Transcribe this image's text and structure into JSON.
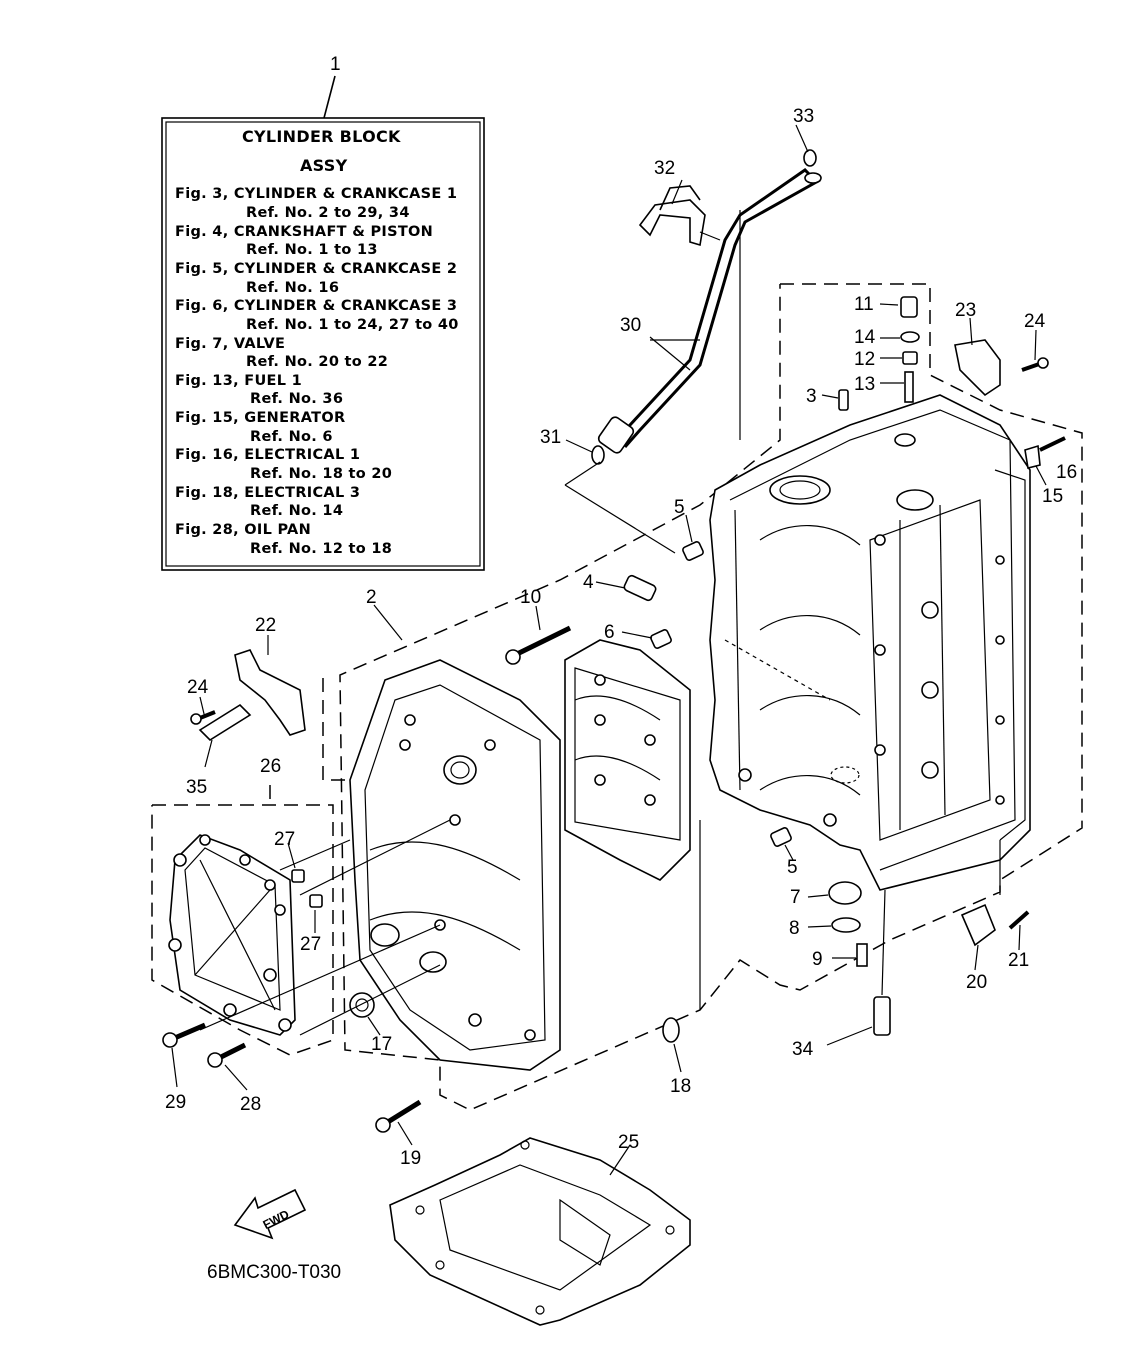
{
  "diagram_code": "6BMC300-T030",
  "fwd_label": "FWD",
  "ref_box": {
    "title_line1": "CYLINDER BLOCK",
    "title_line2": "ASSY",
    "lines": [
      "Fig. 3, CYLINDER & CRANKCASE 1",
      "Ref. No. 2 to 29, 34",
      "Fig. 4, CRANKSHAFT & PISTON",
      "Ref. No. 1 to 13",
      "Fig. 5, CYLINDER & CRANKCASE 2",
      "Ref. No. 16",
      "Fig. 6, CYLINDER & CRANKCASE 3",
      "Ref. No. 1 to 24, 27 to 40",
      "Fig. 7, VALVE",
      "Ref. No. 20 to 22",
      "Fig. 13, FUEL 1",
      "Ref. No. 36",
      "Fig. 15, GENERATOR",
      "Ref. No. 6",
      "Fig. 16, ELECTRICAL 1",
      "Ref. No. 18 to 20",
      "Fig. 18, ELECTRICAL 3",
      "Ref. No. 14",
      "Fig. 28, OIL PAN",
      "Ref. No. 12 to 18"
    ]
  },
  "callouts": [
    "1",
    "2",
    "3",
    "4",
    "5",
    "5",
    "6",
    "7",
    "8",
    "9",
    "10",
    "11",
    "12",
    "13",
    "14",
    "15",
    "16",
    "17",
    "18",
    "19",
    "20",
    "21",
    "22",
    "23",
    "24",
    "24",
    "25",
    "26",
    "27",
    "27",
    "28",
    "29",
    "30",
    "31",
    "32",
    "33",
    "34",
    "35"
  ]
}
